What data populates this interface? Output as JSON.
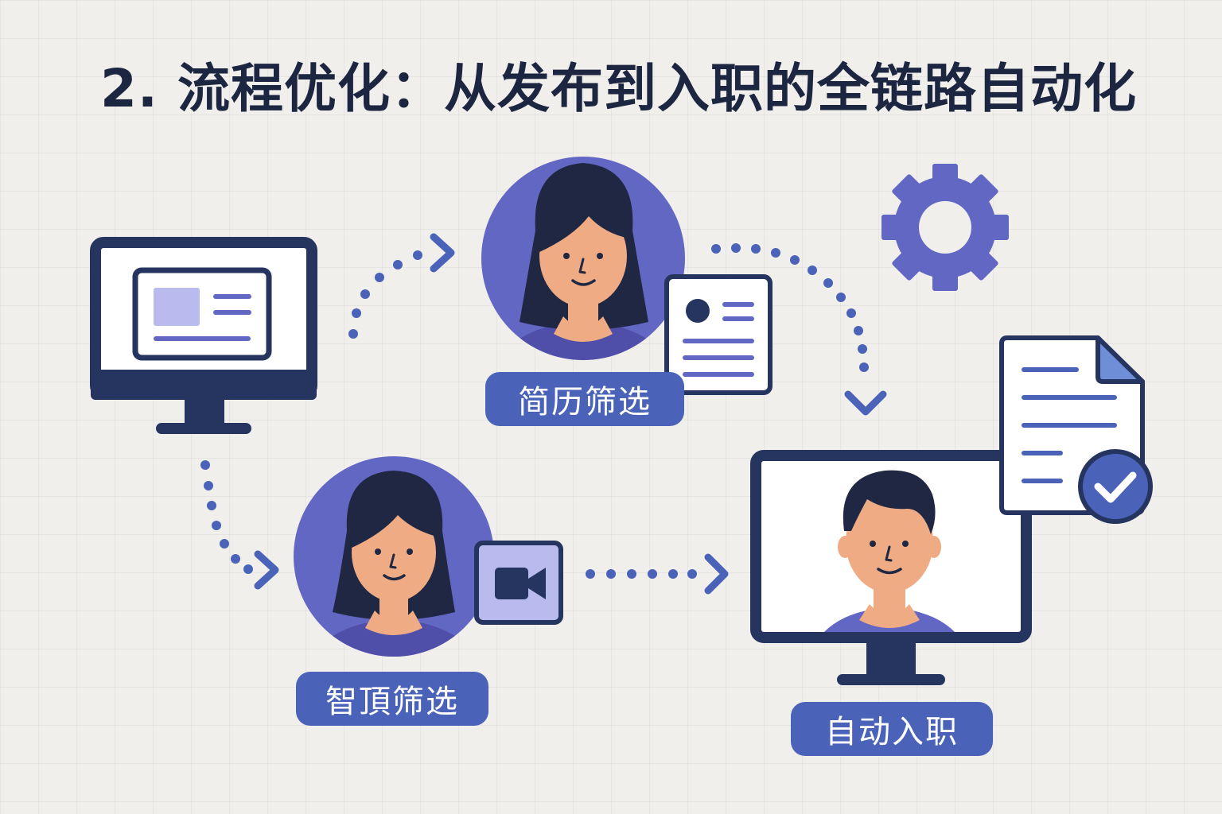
{
  "title": "2. 流程优化：从发布到入职的全链路自动化",
  "steps": {
    "resume": {
      "label": "简历筛选"
    },
    "smart": {
      "label": "智頂筛选"
    },
    "onboard": {
      "label": "自动入职"
    }
  },
  "icons": [
    "monitor-icon",
    "gear-icon",
    "resume-card-icon",
    "video-camera-icon",
    "document-icon",
    "checkmark-icon"
  ],
  "colors": {
    "primary": "#6367c4",
    "navy": "#26355f",
    "accent": "#4a63b8",
    "skin": "#eeab84",
    "light": "#eeeefa"
  }
}
